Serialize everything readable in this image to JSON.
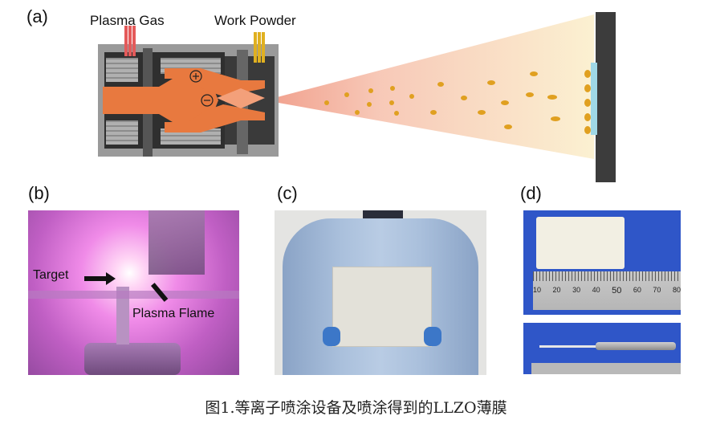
{
  "panels": {
    "a": {
      "label": "(a)",
      "plasma_gas": "Plasma Gas",
      "work_powder": "Work Powder",
      "plus": "⊕",
      "minus": "⊖"
    },
    "b": {
      "label": "(b)",
      "target": "Target",
      "flame": "Plasma Flame"
    },
    "c": {
      "label": "(c)"
    },
    "d": {
      "label": "(d)",
      "ruler_ticks": [
        "10",
        "20",
        "30",
        "40",
        "50",
        "60",
        "70",
        "80"
      ]
    }
  },
  "caption": "图1.等离子喷涂设备及喷涂得到的LLZO薄膜",
  "colors": {
    "torch_orange": "#e8793f",
    "body_dark": "#3b3b3b",
    "pink_light": "#e58fe0",
    "droplet": "#e0a020"
  }
}
